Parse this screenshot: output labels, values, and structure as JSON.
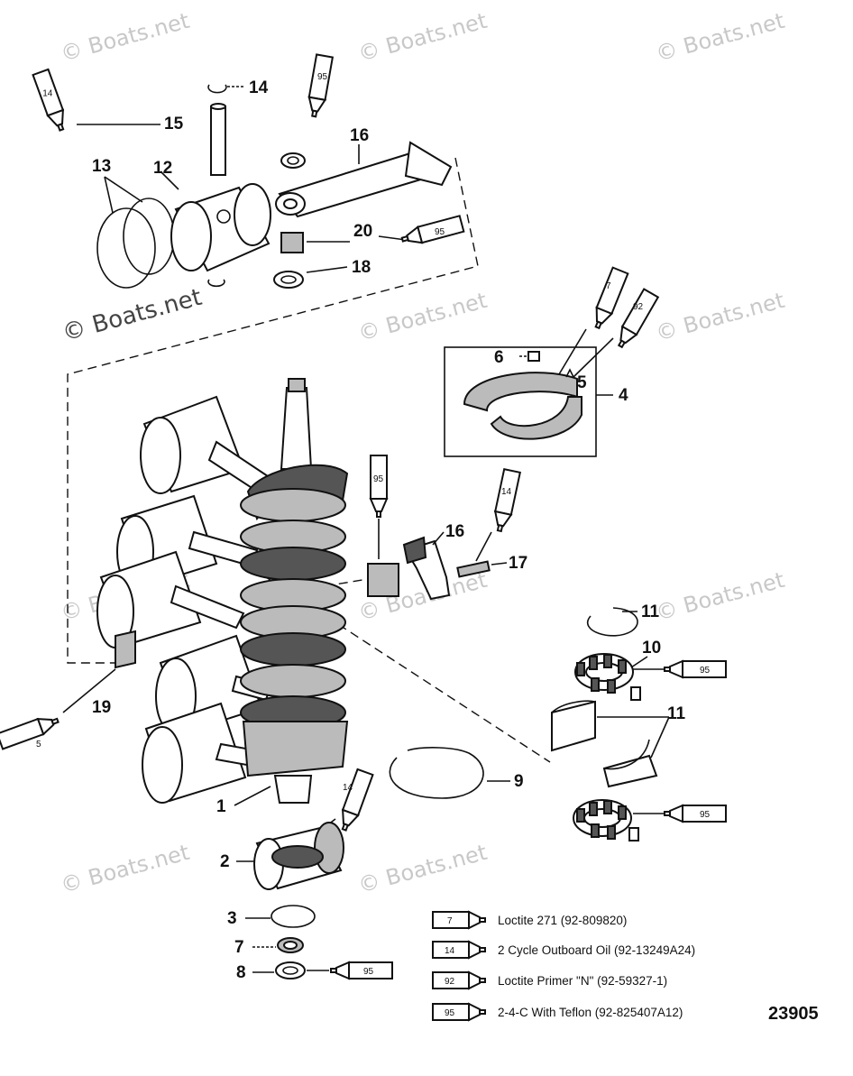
{
  "diagram_number": "23905",
  "watermarks": [
    "© Boats.net",
    "© Boats.net",
    "© Boats.net",
    "© Boats.net",
    "© Boats.net",
    "© Boats.net",
    "© Boats.net",
    "© Boats.net",
    "© Boats.net",
    "© Boats.net",
    "© Boats.net"
  ],
  "callouts": {
    "c14": "14",
    "c15": "15",
    "c16a": "16",
    "c13": "13",
    "c12": "12",
    "c20": "20",
    "c18": "18",
    "c6": "6",
    "c5": "5",
    "c4": "4",
    "c16b": "16",
    "c17": "17",
    "c11a": "11",
    "c10": "10",
    "c19": "19",
    "c11b": "11",
    "c9": "9",
    "c1": "1",
    "c2": "2",
    "c3": "3",
    "c7": "7",
    "c8": "8"
  },
  "tubes": {
    "t14a": "14",
    "t95a": "95",
    "t95b": "95",
    "t7": "7",
    "t92": "92",
    "t95c": "95",
    "t14b": "14",
    "t95d": "95",
    "t95e": "95",
    "t14c": "14",
    "t95f": "95",
    "t95g": "5"
  },
  "legend": [
    {
      "code": "7",
      "label": "Loctite 271 (92-809820)"
    },
    {
      "code": "14",
      "label": "2 Cycle Outboard Oil (92-13249A24)"
    },
    {
      "code": "92",
      "label": "Loctite Primer \"N\" (92-59327-1)"
    },
    {
      "code": "95",
      "label": "2-4-C  With Teflon (92-825407A12)"
    }
  ]
}
